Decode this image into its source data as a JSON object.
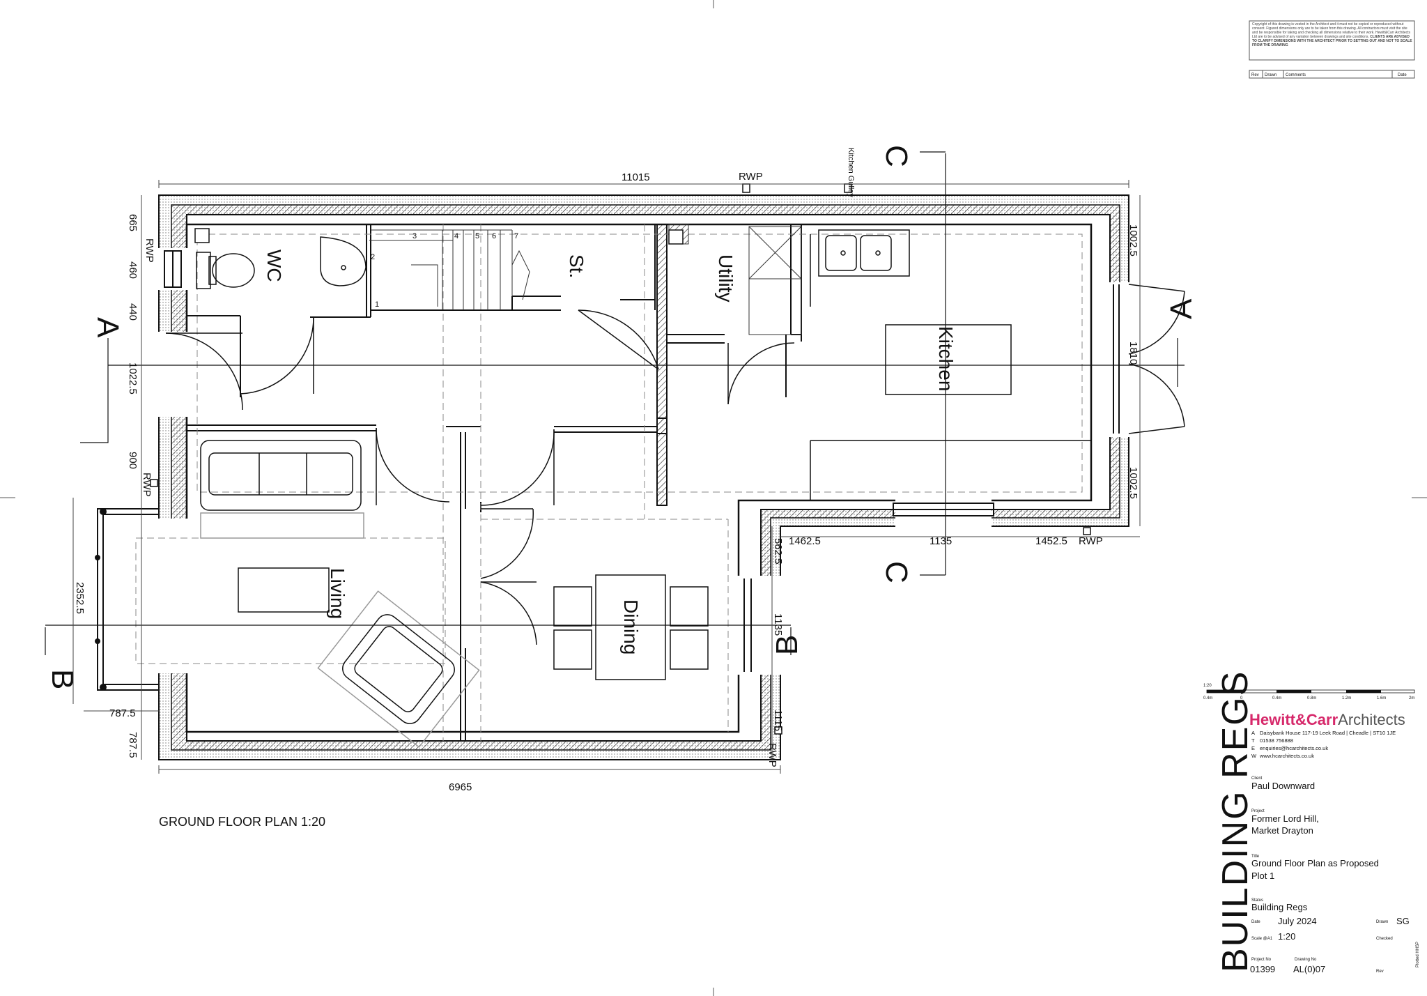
{
  "plan_title": "GROUND FLOOR PLAN 1:20",
  "rooms": {
    "wc": "WC",
    "store": "St.",
    "utility": "Utility",
    "kitchen": "Kitchen",
    "living": "Living",
    "dining": "Dining"
  },
  "dimensions": {
    "overall_width": "11015",
    "ground_width": "6965",
    "left_665": "665",
    "left_460": "460",
    "left_440": "440",
    "left_1022": "1022.5",
    "left_900": "900",
    "bay_height": "2352.5",
    "bay_depth": "787.5",
    "bay_depth_2": "787.5",
    "right_1002_top": "1002.5",
    "right_1810": "1810",
    "right_1002_bottom": "1002.5",
    "rear_1462": "1462.5",
    "rear_1135": "1135",
    "rear_1452": "1452.5",
    "right_562": "562.5",
    "right_1135": "1135",
    "right_1115": "1115"
  },
  "annotations": {
    "rwp": "RWP",
    "kitchen_gulley": "Kitchen Gulley",
    "stair_steps": [
      "1",
      "2",
      "3",
      "4",
      "5",
      "6",
      "7"
    ]
  },
  "section_markers": {
    "a": "A",
    "b": "B",
    "c": "C"
  },
  "title_block": {
    "copyright": "Copyright of this drawing is vested in the Architect and it must not be copied or reproduced without consent. Figured dimensions only are to be taken from this drawing. All contractors must visit the site and be responsible for taking and checking all dimensions relative to their work. Hewitt&Carr Architects Ltd are to be advised of any variation between drawings and site conditions.",
    "copyright_caps": "CLIENTS ARE ADVISED TO CLARIFY DIMENSIONS WITH THE ARCHITECT PRIOR TO SETTING OUT AND NOT TO SCALE FROM THE DRAWING",
    "rev_headers": [
      "Rev",
      "Drawn",
      "Comments",
      "Date"
    ],
    "scale_bar_label": "1:20",
    "scale_ticks": [
      "0.4m",
      "0",
      "0.4m",
      "0.8m",
      "1.2m",
      "1.6m",
      "2m"
    ],
    "brand_a": "Hewitt&Carr",
    "brand_b": "Architects",
    "address": [
      {
        "key": "A",
        "value": "Daisybank House 117-19 Leek Road | Cheadle | ST10 1JE"
      },
      {
        "key": "T",
        "value": "01538 756888"
      },
      {
        "key": "E",
        "value": "enquiries@hcarchitects.co.uk"
      },
      {
        "key": "W",
        "value": "www.hcarchitects.co.uk"
      }
    ],
    "watermark": "BUILDING REGS",
    "client_label": "Client",
    "client": "Paul Downward",
    "project_label": "Project",
    "project_line1": "Former Lord Hill,",
    "project_line2": "Market Drayton",
    "title_label": "Title",
    "title_line1": "Ground Floor Plan as Proposed",
    "title_line2": "Plot 1",
    "status_label": "Status",
    "status": "Building Regs",
    "date_label": "Date",
    "date": "July 2024",
    "drawn_label": "Drawn",
    "drawn": "SG",
    "scale_label": "Scale @A1",
    "scale": "1:20",
    "checked_label": "Checked",
    "project_no_label": "Project No",
    "project_no": "01399",
    "drawing_no_label": "Drawing No",
    "drawing_no": "AL(0)07",
    "rev_label": "Rev",
    "plotted": "Plotted HHSP"
  }
}
